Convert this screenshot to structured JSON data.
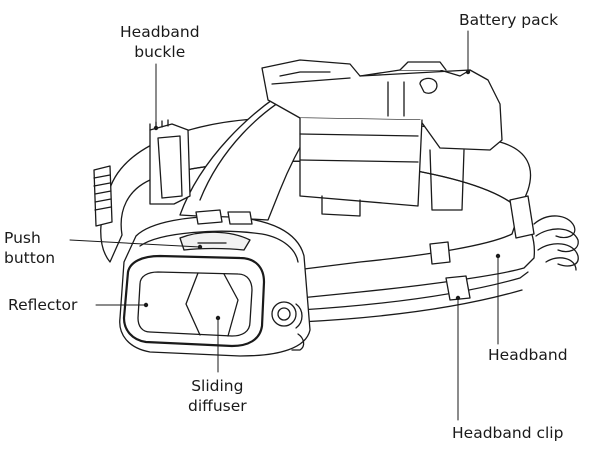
{
  "labels": {
    "headband_buckle": {
      "line1": "Headband",
      "line2": "buckle"
    },
    "battery_pack": "Battery pack",
    "push_button": {
      "line1": "Push",
      "line2": "button"
    },
    "reflector": "Reflector",
    "sliding_diffuser": {
      "line1": "Sliding",
      "line2": "diffuser"
    },
    "headband": "Headband",
    "headband_clip": "Headband clip"
  },
  "colors": {
    "line": "#1a1a1a",
    "fill": "#ffffff",
    "shade": "#f1f1f1"
  }
}
